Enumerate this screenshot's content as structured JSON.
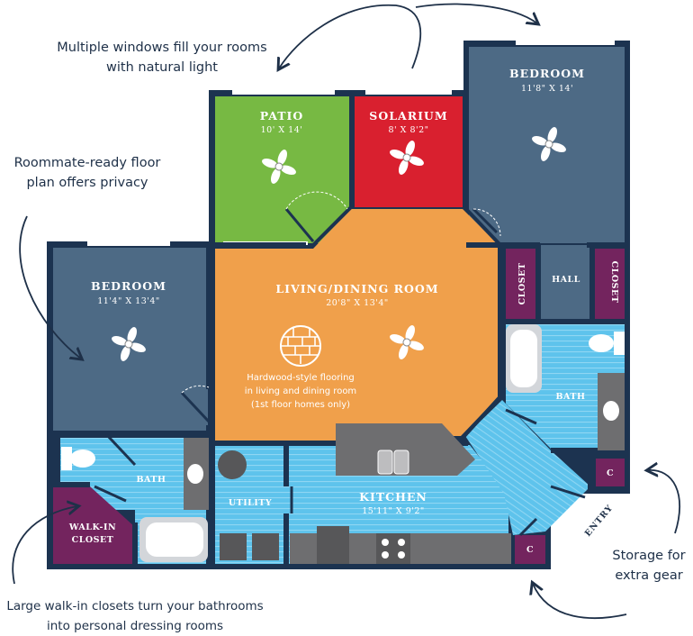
{
  "annotations": {
    "windows": [
      "Multiple windows fill your rooms",
      "with natural light"
    ],
    "privacy": [
      "Roommate-ready floor",
      "plan offers privacy"
    ],
    "closets": [
      "Large walk-in closets turn your bathrooms",
      "into personal dressing rooms"
    ],
    "storage": [
      "Storage for",
      "extra gear"
    ]
  },
  "rooms": {
    "bedroom_right": {
      "name": "BEDROOM",
      "dims": "11'8\" X 14'"
    },
    "bedroom_left": {
      "name": "BEDROOM",
      "dims": "11'4\" X 13'4\""
    },
    "patio": {
      "name": "PATIO",
      "dims": "10' X 14'"
    },
    "solarium": {
      "name": "SOLARIUM",
      "dims": "8' X 8'2\""
    },
    "living": {
      "name": "LIVING/DINING ROOM",
      "dims": "20'8\" X 13'4\""
    },
    "kitchen": {
      "name": "KITCHEN",
      "dims": "15'11\" X 9'2\""
    },
    "hall": "HALL",
    "closet": "CLOSET",
    "bath": "BATH",
    "utility": "UTILITY",
    "walkin": [
      "WALK-IN",
      "CLOSET"
    ],
    "c": "C",
    "entry": "ENTRY"
  },
  "flooring_note": [
    "Hardwood-style flooring",
    "in living and dining room",
    "(1st floor homes only)"
  ],
  "colors": {
    "wall": "#1c3350",
    "bedroom": "#4d6a85",
    "patio": "#77b943",
    "solarium": "#d9202f",
    "living": "#f0a04b",
    "wet": "#5ec3ec",
    "closet": "#73245e",
    "counter": "#6e6e70",
    "text": "#1e3048"
  }
}
